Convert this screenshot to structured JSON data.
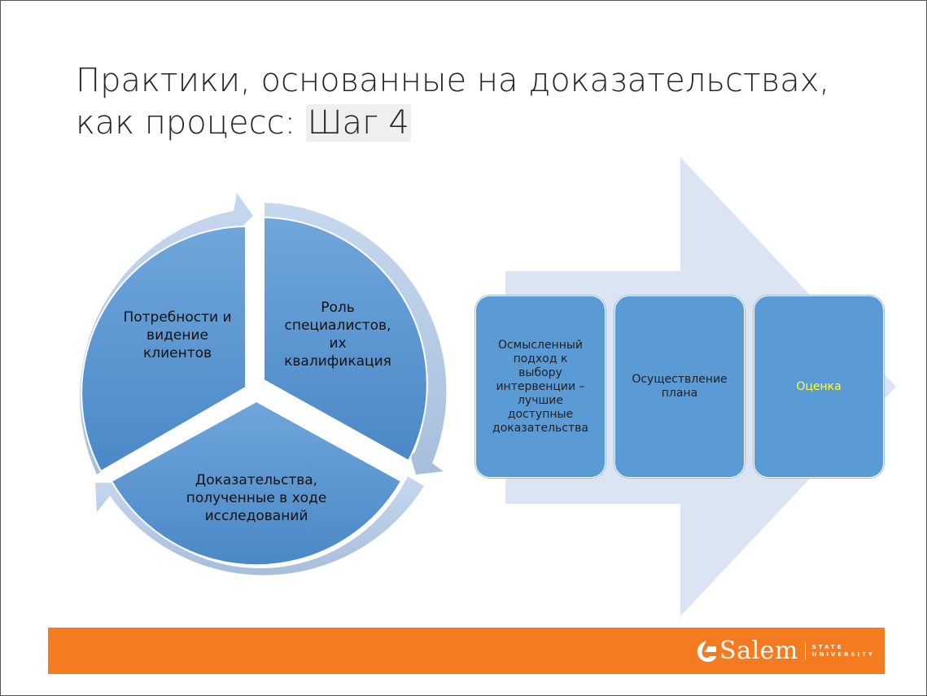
{
  "title": {
    "line1": "Практики, основанные на доказательствах,",
    "line2_prefix": "как процесс",
    "line2_colon": ":",
    "line2_highlight": "Шаг 4"
  },
  "cycle": {
    "segments": [
      {
        "lines": [
          "Потребности и",
          "видение",
          "клиентов"
        ]
      },
      {
        "lines": [
          "Роль",
          "специалистов,",
          "их",
          "квалификация"
        ]
      },
      {
        "lines": [
          "Доказательства,",
          "полученные в ходе",
          "исследований"
        ]
      }
    ]
  },
  "process": {
    "steps": [
      {
        "lines": [
          "Осмысленный",
          "подход к",
          "выбору",
          "интервенции –",
          "лучшие",
          "доступные",
          "доказательства"
        ]
      },
      {
        "lines": [
          "Осуществление",
          "плана"
        ]
      },
      {
        "lines": [
          "Оценка"
        ]
      }
    ]
  },
  "footer": {
    "logo_name": "Salem",
    "logo_sub1": "STATE",
    "logo_sub2": "UNIVERSITY"
  },
  "colors": {
    "segment_fill": "#5b9bd5",
    "ring": "#b7cde8",
    "arrow": "#dae4f2",
    "footer": "#f47b20",
    "highlight_text": "#ffff33"
  }
}
